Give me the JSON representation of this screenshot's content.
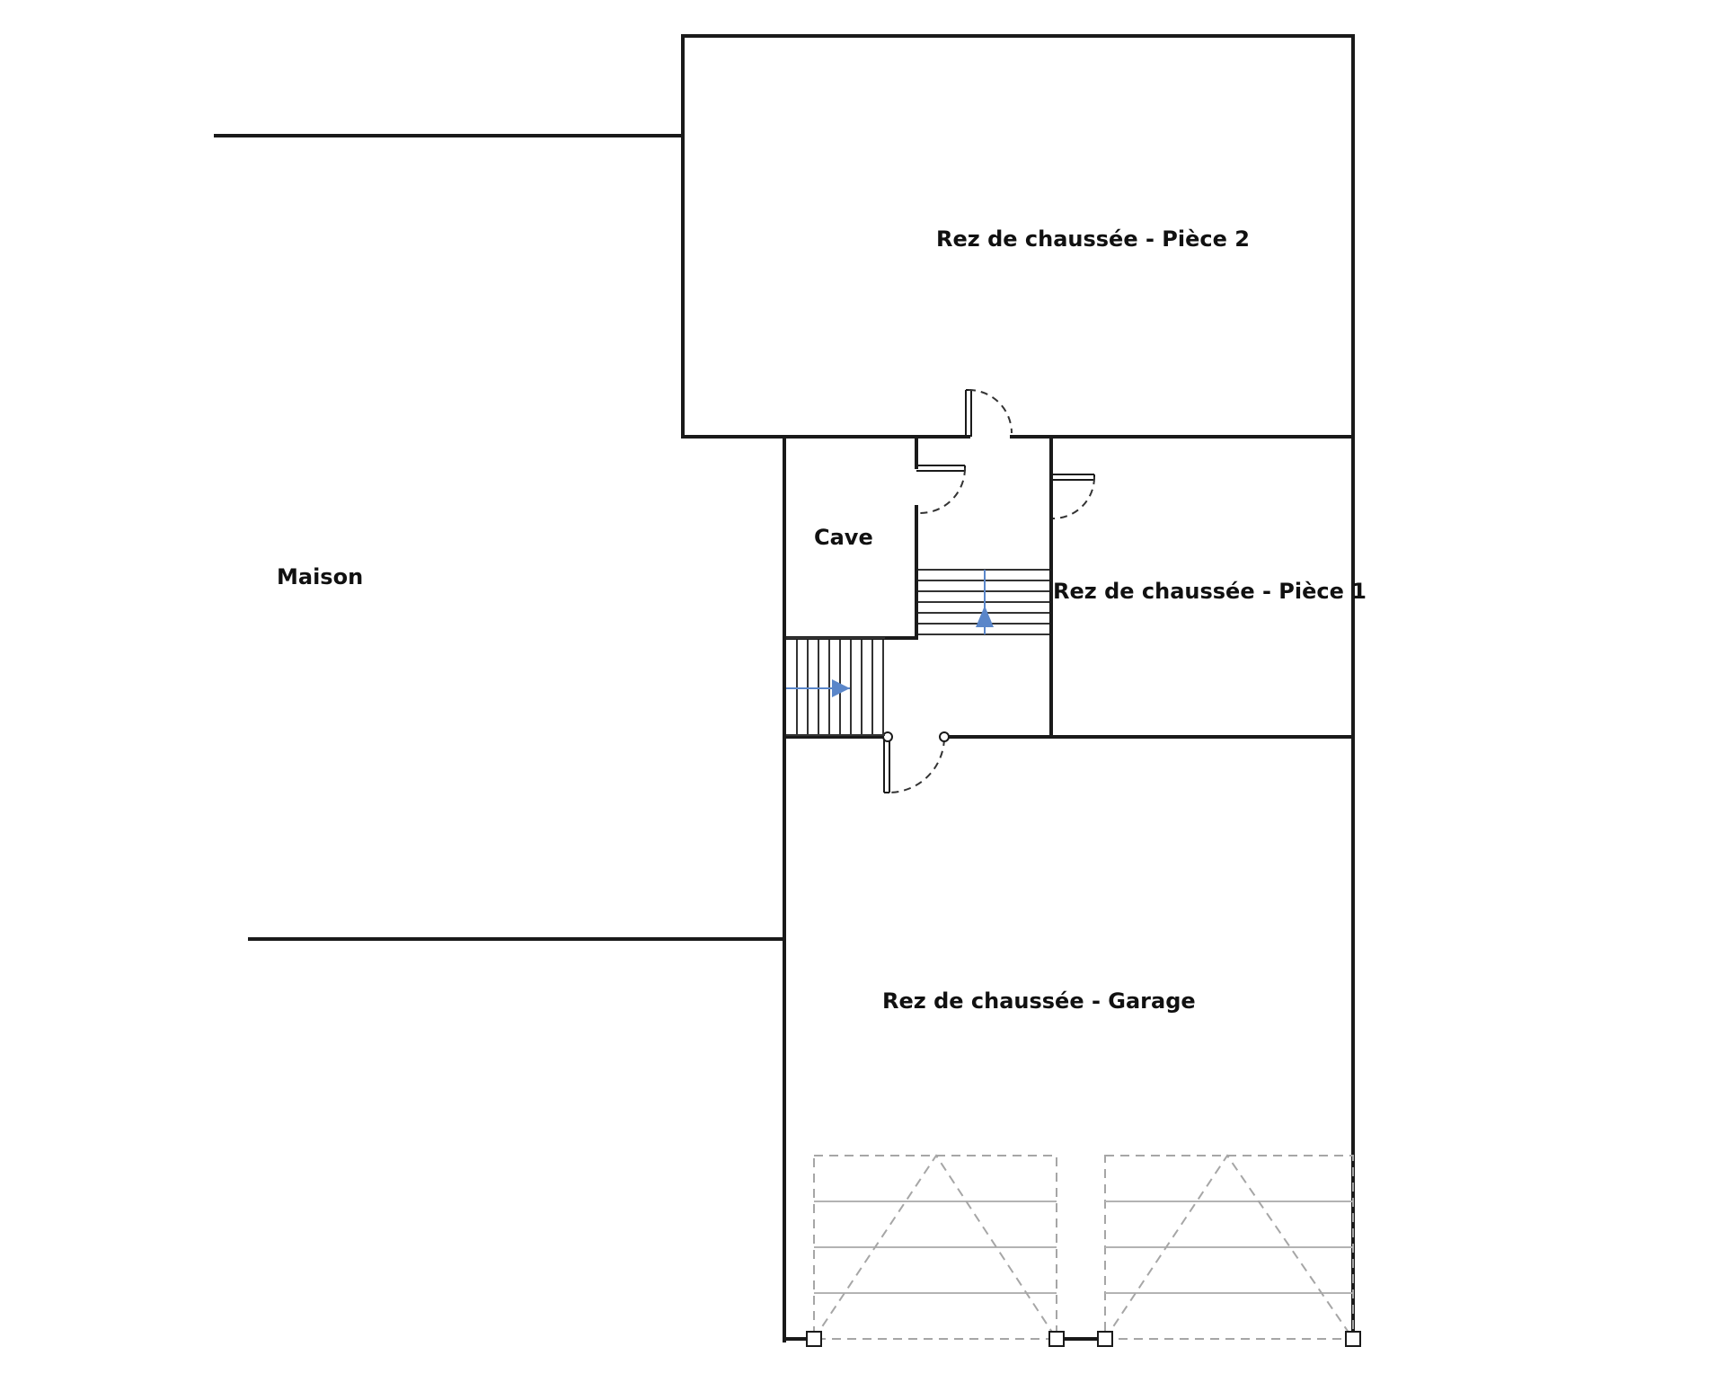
{
  "rooms": {
    "maison": "Maison",
    "piece2": "Rez de chaussée - Pièce 2",
    "cave": "Cave",
    "piece1": "Rez de chaussée - Pièce 1",
    "garage": "Rez de chaussée - Garage"
  },
  "stairs": [
    {
      "name": "stair-upper",
      "direction": "up",
      "steps": 6
    },
    {
      "name": "stair-lower",
      "direction": "right",
      "steps": 9
    }
  ],
  "doors": [
    "door-piece2",
    "door-cave",
    "door-piece1",
    "door-garage"
  ],
  "garage_doors": [
    "garage-door-left",
    "garage-door-right"
  ],
  "colors": {
    "walls": "#1a1a1a",
    "stair_arrow": "#5a86c9",
    "garage_door": "#a6a6a6"
  }
}
